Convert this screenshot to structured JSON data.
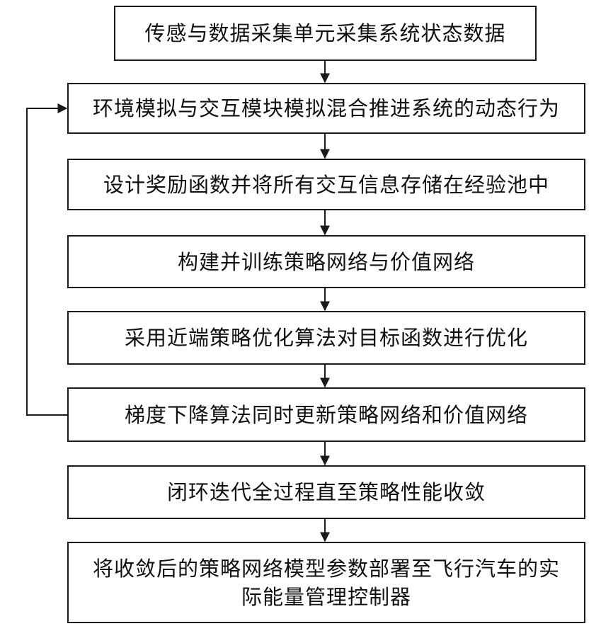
{
  "flowchart": {
    "steps": [
      {
        "id": "s1",
        "text": "传感与数据采集单元采集系统状态数据"
      },
      {
        "id": "s2",
        "text": "环境模拟与交互模块模拟混合推进系统的动态行为"
      },
      {
        "id": "s3",
        "text": "设计奖励函数并将所有交互信息存储在经验池中"
      },
      {
        "id": "s4",
        "text": "构建并训练策略网络与价值网络"
      },
      {
        "id": "s5",
        "text": "采用近端策略优化算法对目标函数进行优化"
      },
      {
        "id": "s6",
        "text": "梯度下降算法同时更新策略网络和价值网络"
      },
      {
        "id": "s7",
        "text": "闭环迭代全过程直至策略性能收敛"
      },
      {
        "id": "s8",
        "line1": "将收敛后的策略网络模型参数部署至飞行汽车的实",
        "line2": "际能量管理控制器"
      }
    ],
    "edges": [
      {
        "from": "s1",
        "to": "s2"
      },
      {
        "from": "s2",
        "to": "s3"
      },
      {
        "from": "s3",
        "to": "s4"
      },
      {
        "from": "s4",
        "to": "s5"
      },
      {
        "from": "s5",
        "to": "s6"
      },
      {
        "from": "s6",
        "to": "s7"
      },
      {
        "from": "s7",
        "to": "s8"
      },
      {
        "from": "s6",
        "to": "s2",
        "kind": "feedback-loop"
      }
    ],
    "line_color": "#1a1a1a"
  }
}
